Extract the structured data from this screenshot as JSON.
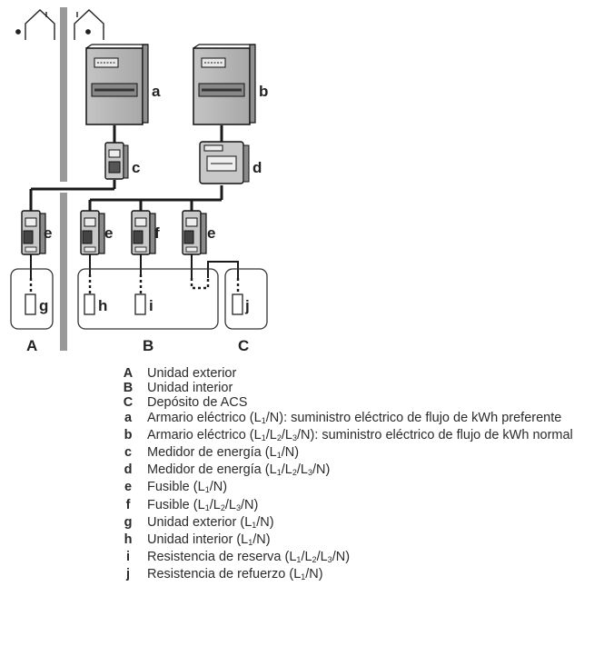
{
  "diagram": {
    "callouts": {
      "a": "a",
      "b": "b",
      "c": "c",
      "d": "d",
      "e1": "e",
      "e2": "e",
      "f": "f",
      "e3": "e",
      "g": "g",
      "h": "h",
      "i": "i",
      "j": "j",
      "A": "A",
      "B": "B",
      "C": "C"
    }
  },
  "legend": [
    {
      "key": "A",
      "text": "Unidad exterior"
    },
    {
      "key": "B",
      "text": "Unidad interior"
    },
    {
      "key": "C",
      "text": "Depósito de ACS"
    },
    {
      "key": "a",
      "text": "Armario eléctrico (L1/N): suministro eléctrico de flujo de kWh preferente"
    },
    {
      "key": "b",
      "text": "Armario eléctrico (L1/L2/L3/N): suministro eléctrico de flujo de kWh normal"
    },
    {
      "key": "c",
      "text": "Medidor de energía (L1/N)"
    },
    {
      "key": "d",
      "text": "Medidor de energía (L1/L2/L3/N)"
    },
    {
      "key": "e",
      "text": "Fusible (L1/N)"
    },
    {
      "key": "f",
      "text": "Fusible (L1/L2/L3/N)"
    },
    {
      "key": "g",
      "text": "Unidad exterior (L1/N)"
    },
    {
      "key": "h",
      "text": "Unidad interior (L1/N)"
    },
    {
      "key": "i",
      "text": "Resistencia de reserva (L1/L2/L3/N)"
    },
    {
      "key": "j",
      "text": "Resistencia de refuerzo (L1/N)"
    }
  ]
}
